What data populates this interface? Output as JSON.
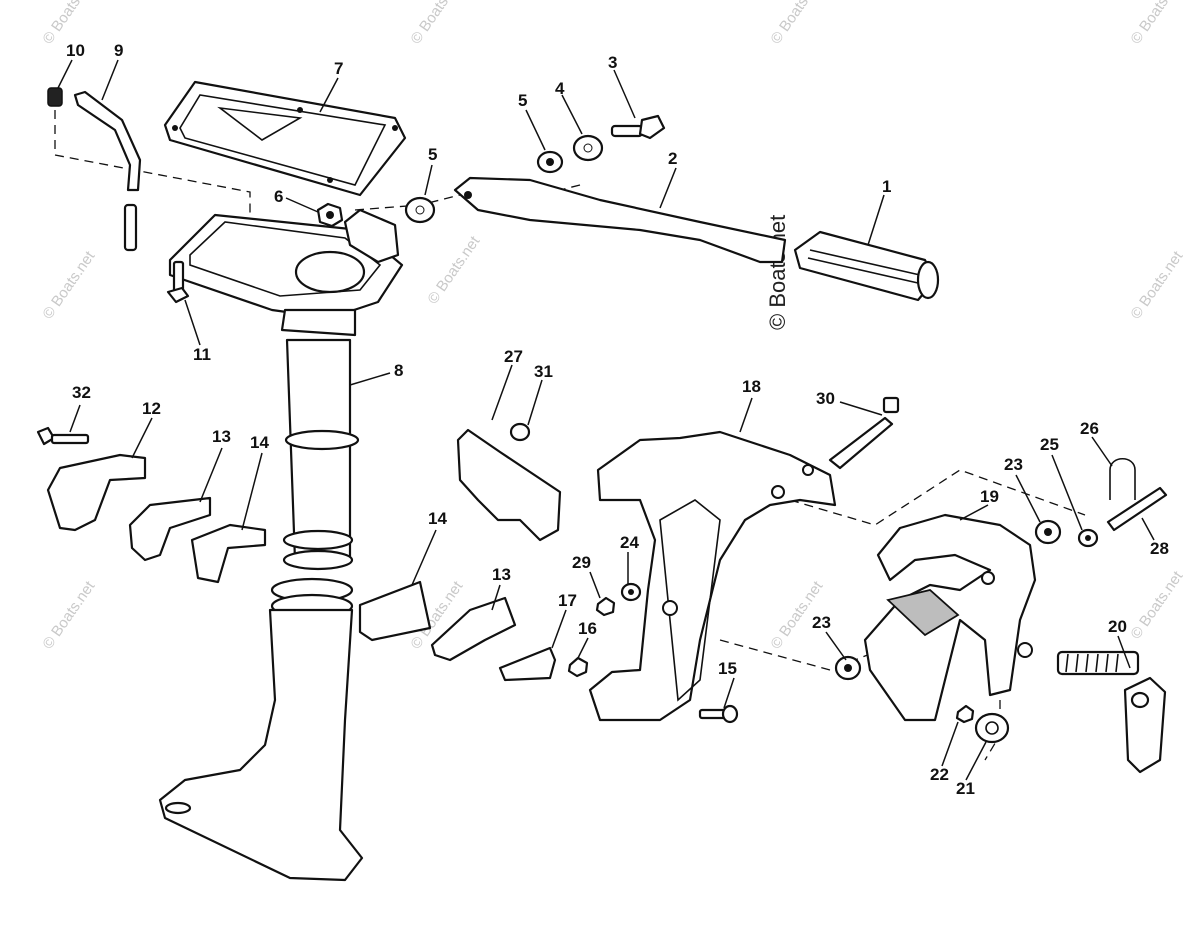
{
  "diagram": {
    "callouts": [
      "10",
      "9",
      "7",
      "3",
      "5",
      "4",
      "5",
      "2",
      "1",
      "6",
      "11",
      "8",
      "32",
      "12",
      "13",
      "14",
      "27",
      "31",
      "18",
      "30",
      "26",
      "23",
      "25",
      "19",
      "28",
      "14",
      "13",
      "24",
      "29",
      "17",
      "16",
      "15",
      "23",
      "20",
      "22",
      "21"
    ],
    "watermark": "© Boats.net",
    "watermark_large": "© Boats.net"
  }
}
